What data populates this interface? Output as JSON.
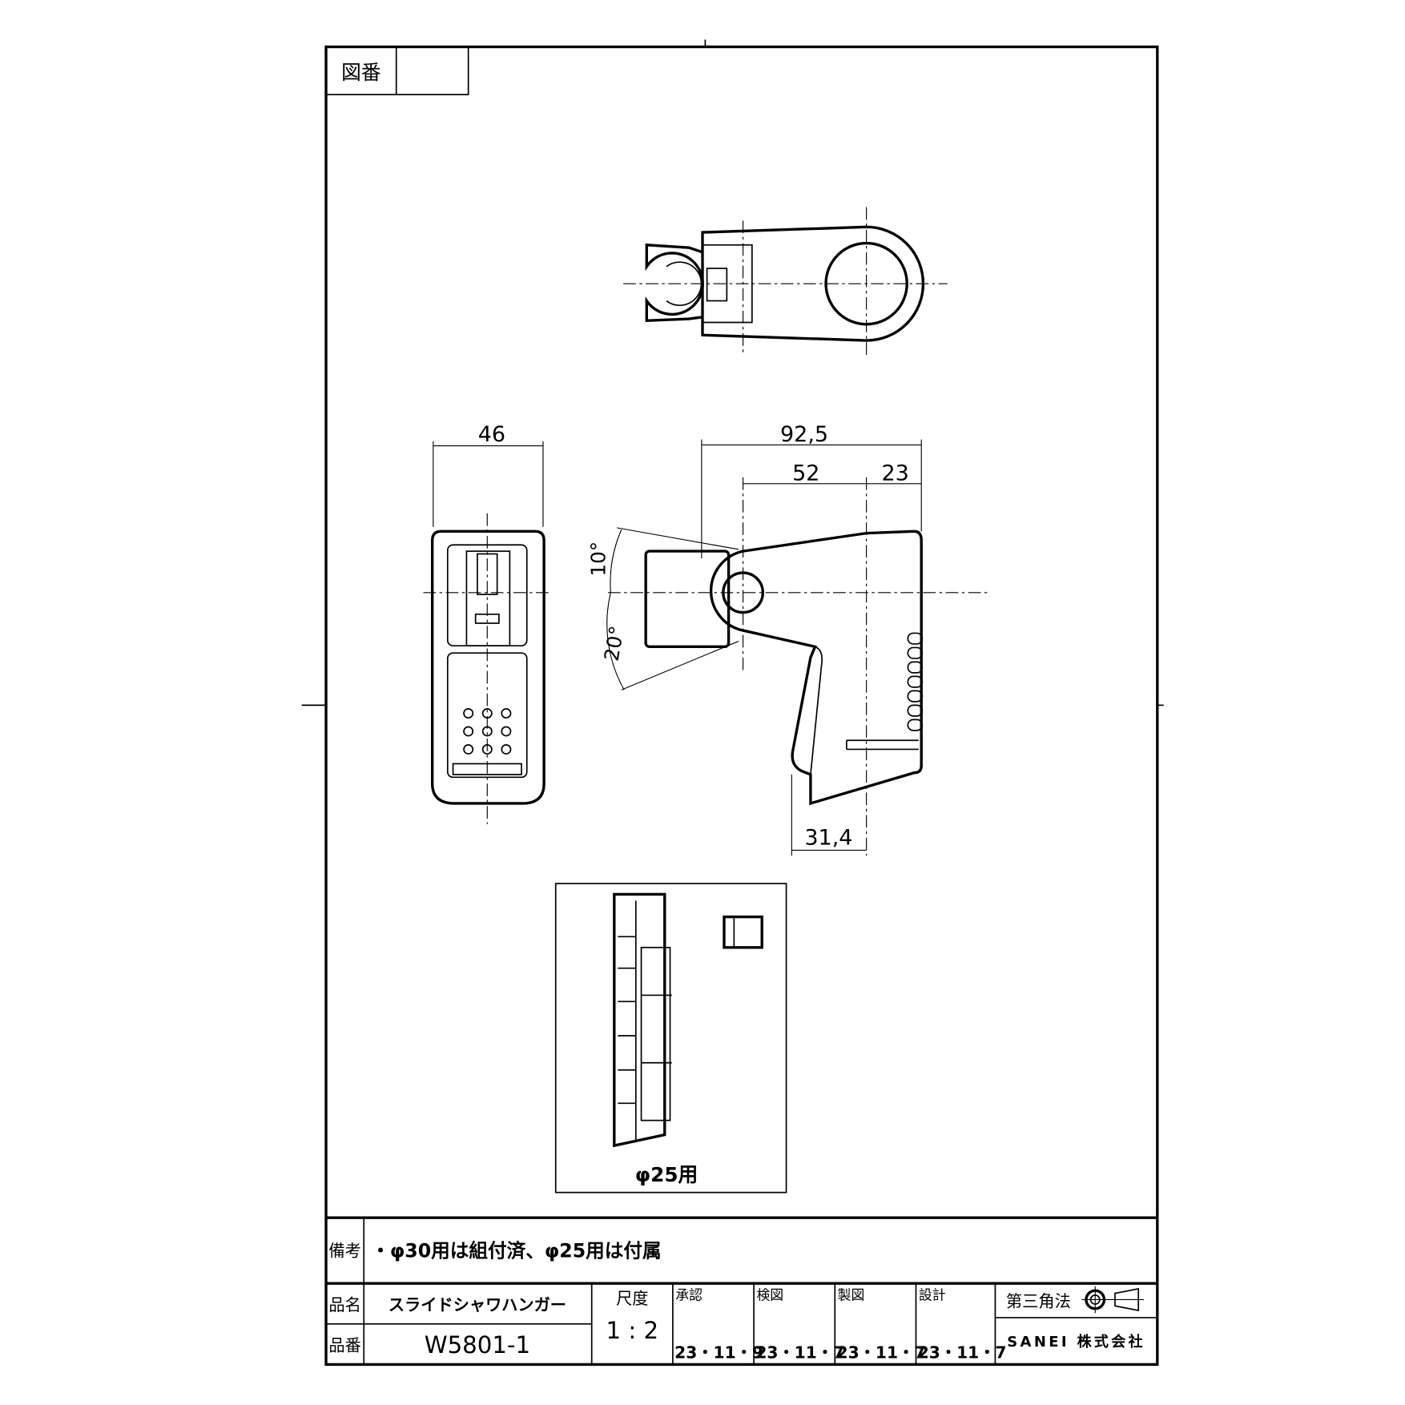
{
  "drawing_number": {
    "label": "図番",
    "value": ""
  },
  "dimensions": {
    "width_front": "46",
    "total_length": "92,5",
    "center_offset": "52",
    "radius_offset": "23",
    "angle_up": "10°",
    "angle_down": "20°",
    "bottom_offset": "31,4"
  },
  "inset": {
    "caption": "φ25用"
  },
  "remarks": {
    "label": "備考",
    "text": "・φ30用は組付済、φ25用は付属"
  },
  "title_block": {
    "name_label": "品名",
    "name": "スライドシャワハンガー",
    "number_label": "品番",
    "number": "W5801-1",
    "scale_label": "尺度",
    "scale": "1 : 2",
    "approvals": [
      {
        "label": "承認",
        "date": "23・11・9"
      },
      {
        "label": "検図",
        "date": "23・11・7"
      },
      {
        "label": "製図",
        "date": "23・11・7"
      },
      {
        "label": "設計",
        "date": "23・11・7"
      }
    ],
    "projection": "第三角法",
    "company": "SANEI 株式会社"
  }
}
